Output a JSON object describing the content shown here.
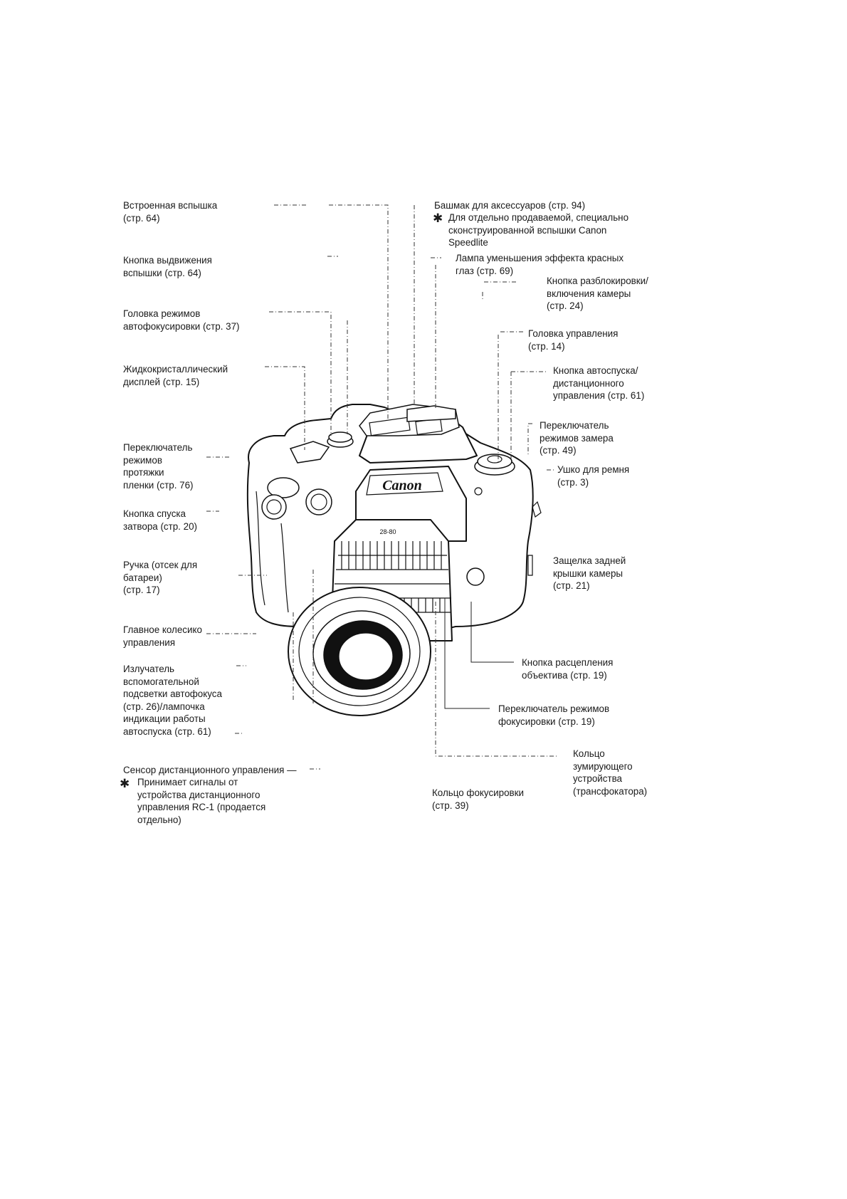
{
  "labels": {
    "builtin_flash": "Встроенная вспышка\n(стр. 64)",
    "flash_popup_button": "Кнопка выдвижения\nвспышки (стр. 64)",
    "af_mode_dial": "Головка режимов\nавтофокусировки (стр. 37)",
    "lcd_panel": "Жидкокристаллический\nдисплей (стр. 15)",
    "film_advance_switch": "Переключатель\nрежимов\nпротяжки\nпленки (стр. 76)",
    "shutter_button": "Кнопка спуска\nзатвора (стр. 20)",
    "grip": "Ручка (отсек для\nбатареи)\n(стр. 17)",
    "main_dial": "Главное колесико\nуправления",
    "af_assist": "Излучатель\nвспомогательной\nподсветки автофокуса\n(стр. 26)/лампочка\nиндикации работы\nавтоспуска (стр. 61)",
    "remote_sensor": "Сенсор дистанционного управления —",
    "remote_sensor_note": "Принимает сигналы от\nустройства дистанционного\nуправления RC-1 (продается\nотдельно)",
    "accessory_shoe": "Башмак для аксессуаров (стр. 94)",
    "accessory_shoe_note": "Для отдельно продаваемой, специально\nсконструированной вспышки Canon\nSpeedlite",
    "red_eye_lamp": "Лампа уменьшения эффекта красных\nглаз (стр. 69)",
    "camera_unlock_button": "Кнопка разблокировки/\nвключения камеры\n(стр. 24)",
    "command_dial": "Головка управления\n(стр. 14)",
    "self_timer_button": "Кнопка автоспуска/\nдистанционного\nуправления (стр. 61)",
    "metering_switch": "Переключатель\nрежимов замера\n(стр. 49)",
    "strap_eyelet": "Ушко для ремня\n(стр. 3)",
    "back_cover_latch": "Защелка задней\nкрышки камеры\n(стр. 21)",
    "lens_release_button": "Кнопка расцепления\nобъектива (стр. 19)",
    "focus_mode_switch": "Переключатель режимов\nфокусировки (стр. 19)",
    "zoom_ring": "Кольцо\nзумирующего\nустройства\n(трансфокатора)",
    "focus_ring": "Кольцо фокусировки\n(стр. 39)"
  },
  "note_marker": "✱",
  "camera": {
    "brand": "Canon",
    "lens_marking": "28-80",
    "icon": "camera-front-illustration"
  }
}
